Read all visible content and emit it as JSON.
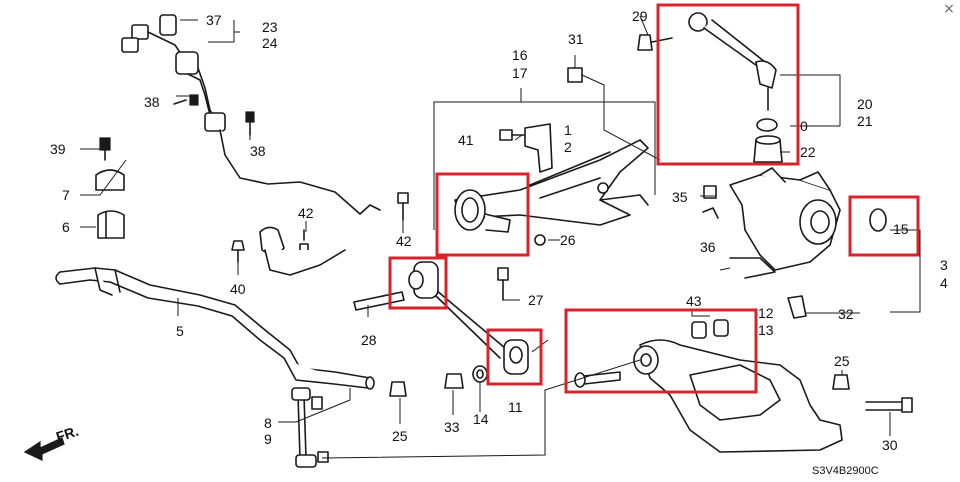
{
  "window": {
    "close_glyph": "×"
  },
  "diagram": {
    "code": "S3V4B2900C",
    "front_label": "FR.",
    "highlight_color": "#d9232b",
    "callouts": {
      "c37": "37",
      "c23": "23",
      "c24": "24",
      "c38a": "38",
      "c38b": "38",
      "c39": "39",
      "c7": "7",
      "c6": "6",
      "c5": "5",
      "c40": "40",
      "c42a": "42",
      "c42b": "42",
      "c41": "41",
      "c1": "1",
      "c2": "2",
      "c16": "16",
      "c17": "17",
      "c31": "31",
      "c26": "26",
      "c27": "27",
      "c28": "28",
      "c8": "8",
      "c9": "9",
      "c25a": "25",
      "c33": "33",
      "c14": "14",
      "c11": "11",
      "c29": "29",
      "c20": "20",
      "c21": "21",
      "c0": "0",
      "c22": "22",
      "c35": "35",
      "c36": "36",
      "c15": "15",
      "c3": "3",
      "c4": "4",
      "c32": "32",
      "c43": "43",
      "c12": "12",
      "c13": "13",
      "c25b": "25",
      "c30": "30"
    }
  }
}
